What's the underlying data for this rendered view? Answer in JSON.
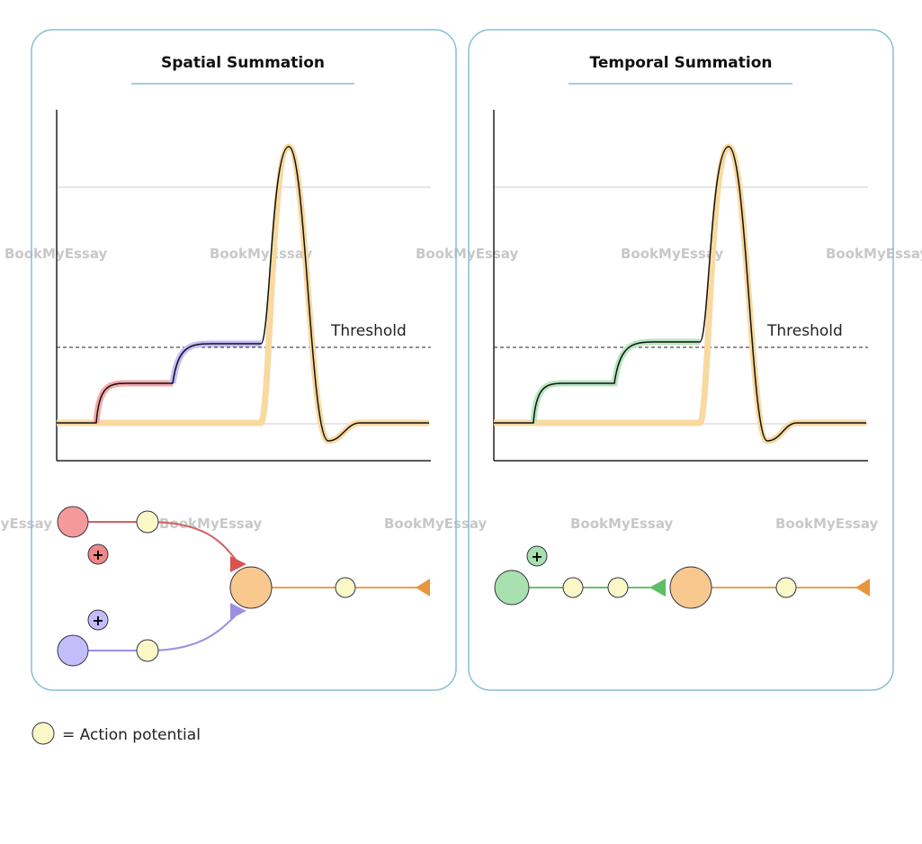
{
  "panels": [
    {
      "title": "Spatial Summation",
      "threshold_label": "Threshold"
    },
    {
      "title": "Temporal Summation",
      "threshold_label": "Threshold"
    }
  ],
  "legend": {
    "label": "= Action potential"
  },
  "watermark": "BookMyEssay",
  "colors": {
    "panel_border": "#86bfd3",
    "red_input": "#f59a9a",
    "purple_input": "#c4bdfc",
    "green_input": "#a8e0b0",
    "target_neuron": "#f8c88e",
    "action_potential": "#fbf8c8",
    "axon_orange": "#e8a050",
    "curve_glow": "#f8d9a0"
  }
}
